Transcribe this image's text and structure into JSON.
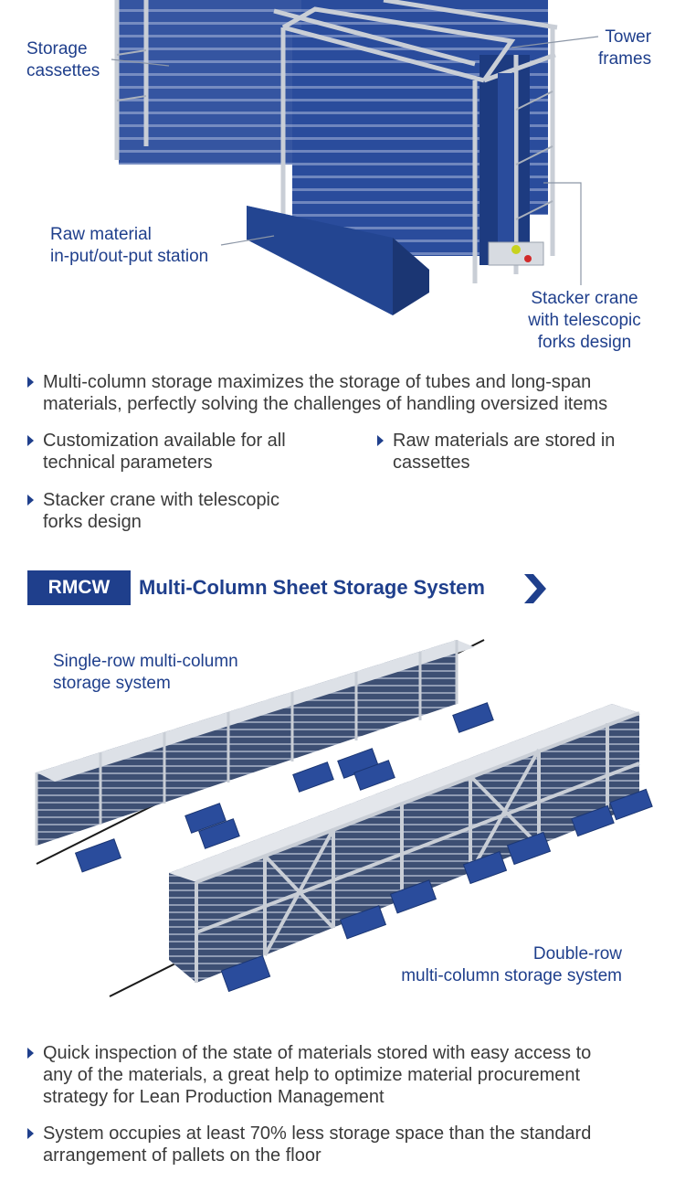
{
  "figure1": {
    "callouts": {
      "storage_cassettes": [
        "Storage",
        "cassettes"
      ],
      "tower_frames": [
        "Tower",
        "frames"
      ],
      "raw_material_station": [
        "Raw material",
        "in-put/out-put station"
      ],
      "stacker_crane": [
        "Stacker crane",
        "with telescopic",
        "forks design"
      ]
    }
  },
  "features_top": [
    [
      "Multi-column storage maximizes the storage of tubes and long-span",
      "materials, perfectly solving the challenges of handling oversized items"
    ],
    [
      "Customization available for all",
      "technical parameters"
    ],
    [
      "Raw materials are stored in",
      "cassettes"
    ],
    [
      "Stacker crane with telescopic",
      "forks design"
    ]
  ],
  "section": {
    "tag": "RMCW",
    "title": "Multi-Column Sheet Storage System"
  },
  "figure2": {
    "callouts": {
      "single_row": [
        "Single-row multi-column",
        "storage system"
      ],
      "double_row": [
        "Double-row",
        "multi-column storage system"
      ]
    }
  },
  "features_bottom": [
    [
      "Quick inspection of the state of materials stored with easy access to",
      "any of the materials, a great help to optimize material procurement",
      "strategy for Lean Production Management"
    ],
    [
      "System occupies at least 70% less storage space than the standard",
      "arrangement of pallets on the floor"
    ]
  ],
  "colors": {
    "brand_blue": "#1f3f8c",
    "cassette_blue": "#2a4c9c",
    "frame_gray": "#c9ced6",
    "text": "#3a3a3a"
  }
}
